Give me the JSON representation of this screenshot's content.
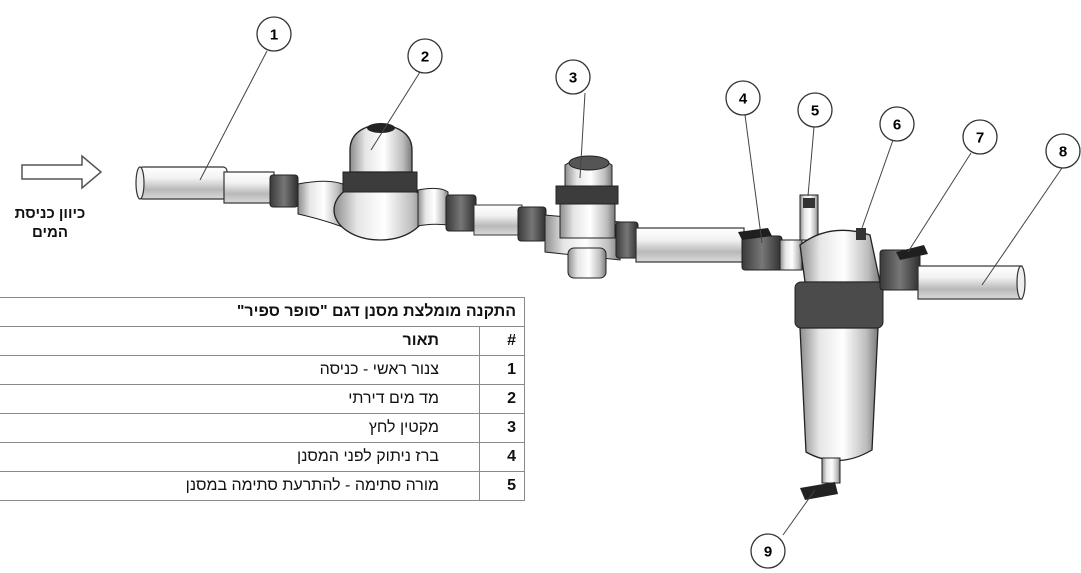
{
  "flow": {
    "line1": "כיוון כניסת",
    "line2": "המים"
  },
  "callouts": [
    "1",
    "2",
    "3",
    "4",
    "5",
    "6",
    "7",
    "8",
    "9"
  ],
  "legend": {
    "title": "התקנה מומלצת מסנן דגם \"סופר ספיר\"",
    "num_header": "#",
    "desc_header": "תאור",
    "rows": [
      {
        "num": "1",
        "desc": "צנור ראשי - כניסה"
      },
      {
        "num": "2",
        "desc": "מד מים דירתי"
      },
      {
        "num": "3",
        "desc": "מקטין לחץ"
      },
      {
        "num": "4",
        "desc": "ברז ניתוק לפני המסנן"
      },
      {
        "num": "5",
        "desc": "מורה סתימה - להתרעת סתימה במסנן"
      }
    ]
  }
}
